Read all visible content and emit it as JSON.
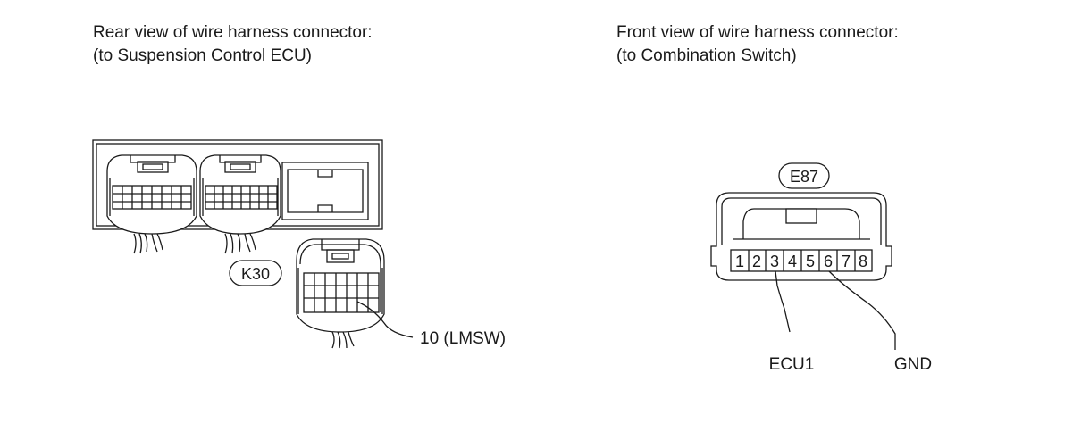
{
  "left_view": {
    "title_line1": "Rear view of wire harness connector:",
    "title_line2": "(to Suspension Control ECU)",
    "connector_code": "K30",
    "terminal_callout": "10 (LMSW)"
  },
  "right_view": {
    "title_line1": "Front view of wire harness connector:",
    "title_line2": "(to Combination Switch)",
    "connector_code": "E87",
    "pins": [
      "1",
      "2",
      "3",
      "4",
      "5",
      "6",
      "7",
      "8"
    ],
    "callouts": [
      {
        "pin": "3",
        "label": "ECU1"
      },
      {
        "pin": "6",
        "label": "GND"
      }
    ]
  }
}
